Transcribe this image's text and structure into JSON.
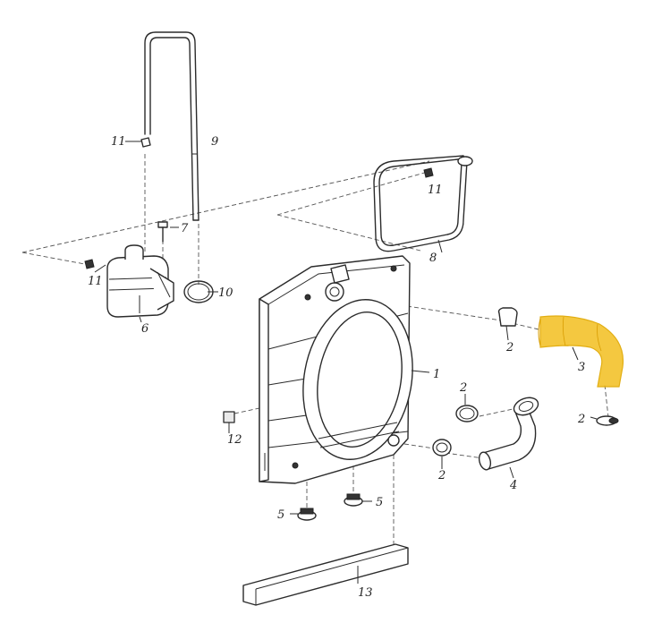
{
  "labels": {
    "p1": "1",
    "p2a": "2",
    "p2b": "2",
    "p2c": "2",
    "p2d": "2",
    "p3": "3",
    "p4": "4",
    "p5a": "5",
    "p5b": "5",
    "p6": "6",
    "p7": "7",
    "p8": "8",
    "p9": "9",
    "p10": "10",
    "p11a": "11",
    "p11b": "11",
    "p11c": "11",
    "p12": "12",
    "p13": "13"
  },
  "colors": {
    "highlight": "#f4c430",
    "line": "#2b2b2b"
  }
}
